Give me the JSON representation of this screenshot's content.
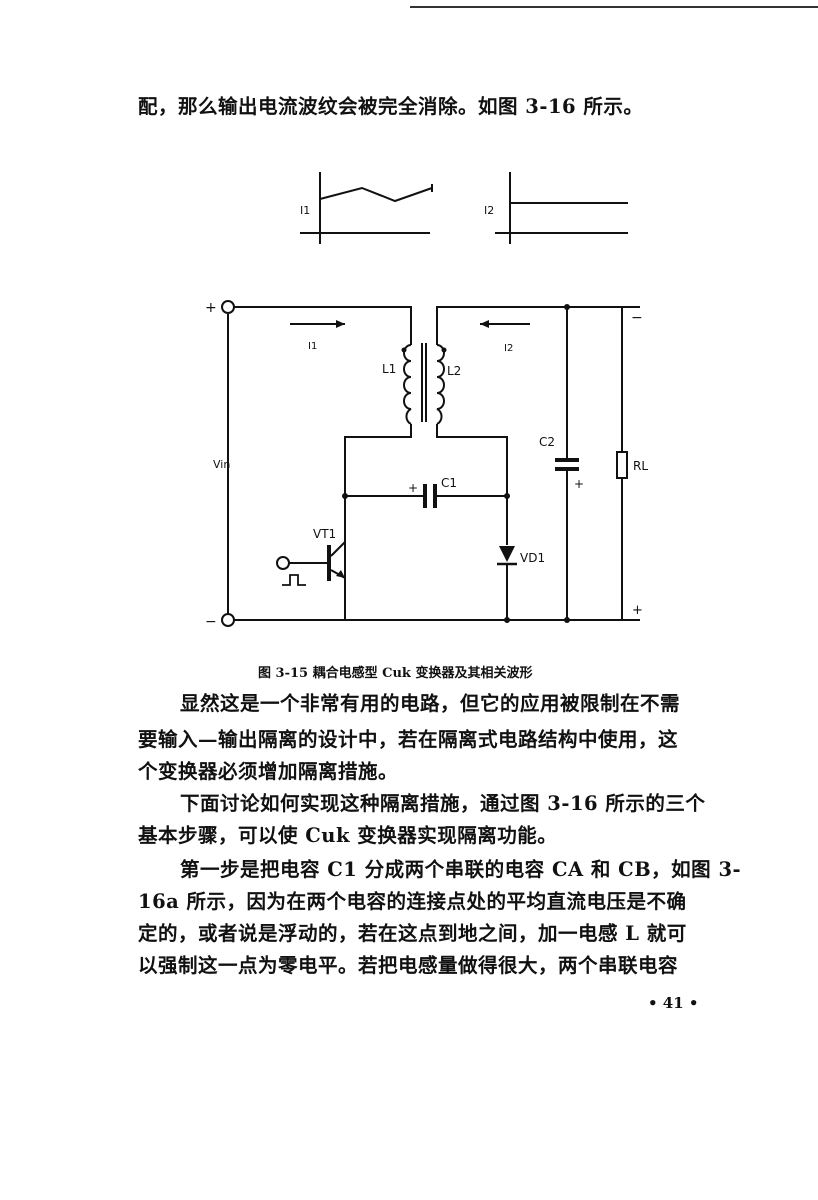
{
  "text": {
    "top_line": "配，那么输出电流波纹会被完全消除。如图 3-16 所示。",
    "paragraphs": [
      "显然这是一个非常有用的电路，但它的应用被限制在不需",
      "要输入—输出隔离的设计中，若在隔离式电路结构中使用，这",
      "个变换器必须增加隔离措施。",
      "下面讨论如何实现这种隔离措施，通过图 3-16 所示的三个",
      "基本步骤，可以使 Cuk 变换器实现隔离功能。",
      "第一步是把电容 C1 分成两个串联的电容 CA 和 CB，如图 3-",
      "16a 所示，因为在两个电容的连接点处的平均直流电压是不确",
      "定的，或者说是浮动的，若在这点到地之间，加一电感 L 就可",
      "以强制这一点为零电平。若把电感量做得很大，两个串联电容"
    ],
    "caption": "图 3-15  耦合电感型 Cuk 变换器及其相关波形",
    "page_number": "• 41 •"
  },
  "diagram": {
    "waveform_labels": {
      "i1": "I1",
      "i2": "I2"
    },
    "labels": {
      "vin_plus": "+",
      "vin_minus": "−",
      "vin": "Vin",
      "i1_arrow": "I1",
      "i2_arrow": "I2",
      "l1": "L1",
      "l2": "L2",
      "c1": "C1",
      "c1_plus": "+",
      "c2": "C2",
      "c2_plus": "+",
      "rl": "RL",
      "vt1": "VT1",
      "vd1": "VD1",
      "out_minus": "−",
      "out_plus": "+"
    }
  }
}
